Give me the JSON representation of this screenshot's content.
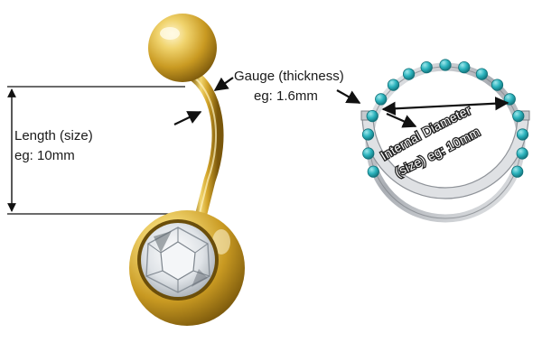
{
  "labels": {
    "length_title": "Length (size)",
    "length_example": "eg: 10mm",
    "gauge_title": "Gauge (thickness)",
    "gauge_example": "eg: 1.6mm",
    "diameter_title": "Internal Diameter",
    "diameter_example": "(size) eg: 10mm"
  },
  "colors": {
    "gold": "#d8b23a",
    "gold_dark": "#8a6a12",
    "silver": "#b9bcc2",
    "turquoise": "#2bb3bd",
    "crystal": "#e9ecef",
    "arrow": "#111111"
  },
  "icons": [
    "belly-bar-illustration",
    "crystal-gem-illustration",
    "hinged-segment-ring-illustration",
    "turquoise-bead-row"
  ]
}
